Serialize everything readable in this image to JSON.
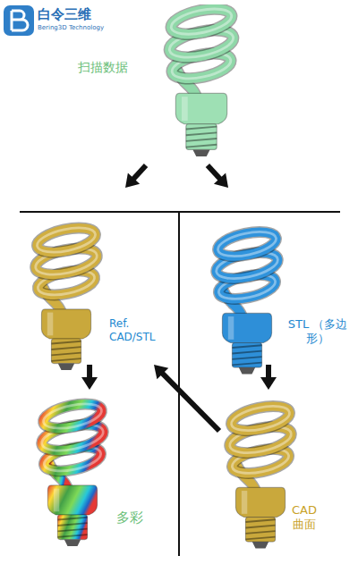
{
  "diagram": {
    "nodes": [
      {
        "text": [
          "扫描数据"
        ]
      },
      {
        "text": [
          "Ref. CAD/STL"
        ]
      },
      {
        "text": [
          "多彩"
        ]
      },
      {
        "text": [
          "STL （多边形）"
        ]
      },
      {
        "text": [
          "CAD 曲面"
        ]
      }
    ],
    "edges": [
      {
        "from": 0,
        "to": 1,
        "arrow": "to"
      },
      {
        "from": 0,
        "to": 3,
        "arrow": "to"
      },
      {
        "from": 1,
        "to": 2,
        "arrow": "to"
      },
      {
        "from": 3,
        "to": 4,
        "arrow": "to"
      },
      {
        "from": 4,
        "to": 1,
        "arrow": "to"
      }
    ],
    "labels": [
      "白令三维",
      "Bering3D Technology"
    ]
  }
}
